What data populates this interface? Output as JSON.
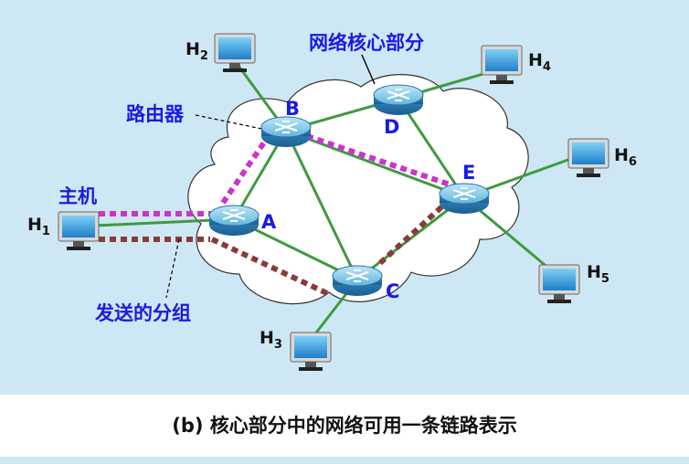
{
  "diagram": {
    "cloud_label": "网络核心部分",
    "routers": [
      {
        "id": "A",
        "label": "A"
      },
      {
        "id": "B",
        "label": "B"
      },
      {
        "id": "C",
        "label": "C"
      },
      {
        "id": "D",
        "label": "D"
      },
      {
        "id": "E",
        "label": "E"
      }
    ],
    "hosts": [
      {
        "id": "H1",
        "letter": "H",
        "sub": "1"
      },
      {
        "id": "H2",
        "letter": "H",
        "sub": "2"
      },
      {
        "id": "H3",
        "letter": "H",
        "sub": "3"
      },
      {
        "id": "H4",
        "letter": "H",
        "sub": "4"
      },
      {
        "id": "H5",
        "letter": "H",
        "sub": "5"
      },
      {
        "id": "H6",
        "letter": "H",
        "sub": "6"
      }
    ],
    "annotations": {
      "router_label": "路由器",
      "host_label": "主机",
      "packet_label": "发送的分组"
    },
    "colors": {
      "background": "#cde8f4",
      "cloud": "#ffffff",
      "link": "#3f9a3f",
      "path_magenta": "#cc33cc",
      "path_brown": "#8b3a3a",
      "label_blue": "#1a1ae6"
    }
  },
  "caption": "(b) 核心部分中的网络可用一条链路表示"
}
